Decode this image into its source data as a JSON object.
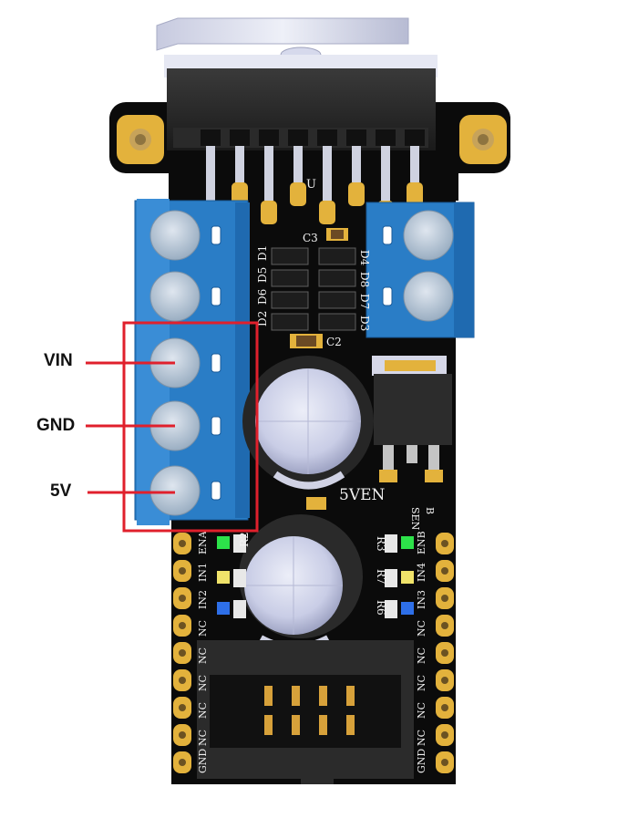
{
  "callouts": {
    "vin": "VIN",
    "gnd": "GND",
    "v5": "5V"
  },
  "silkscreen": {
    "u": "U",
    "c3": "C3",
    "c2": "C2",
    "d_left": [
      "D1",
      "D5",
      "D6",
      "D2"
    ],
    "d_right": [
      "D4",
      "D8",
      "D7",
      "D3"
    ],
    "en5v": "5VEN",
    "r2": "R2",
    "r3": "R3",
    "r7": "R7",
    "r6": "R6",
    "sen": "SEN",
    "b": "B",
    "left_pins": [
      "ENA",
      "IN1",
      "IN2",
      "NC",
      "NC",
      "NC",
      "NC",
      "NC",
      "GND"
    ],
    "right_pins": [
      "ENB",
      "IN4",
      "IN3",
      "NC",
      "NC",
      "NC",
      "NC",
      "NC",
      "GND"
    ]
  },
  "colors": {
    "highlight": "#e0202c",
    "terminal_blue": "#2a7dc6",
    "pcb": "#0b0b0b",
    "gold": "#e3b23c"
  }
}
